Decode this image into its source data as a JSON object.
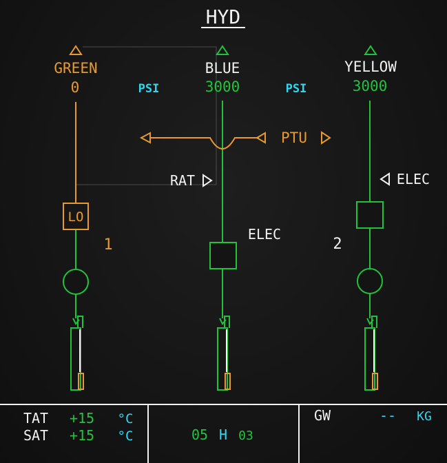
{
  "page_title": "HYD",
  "colors": {
    "green": "#22c33c",
    "amber": "#e89a2e",
    "cyan": "#2fd7f0",
    "white": "#f2f2f2",
    "background": "#141414"
  },
  "systems": [
    {
      "name": "GREEN",
      "pressure": "0",
      "status": "amber"
    },
    {
      "name": "BLUE",
      "pressure": "3000",
      "status": "green"
    },
    {
      "name": "YELLOW",
      "pressure": "3000",
      "status": "green"
    }
  ],
  "units": {
    "psi_left": "PSI",
    "psi_right": "PSI"
  },
  "ptu": {
    "label": "PTU"
  },
  "rat": {
    "label": "RAT"
  },
  "elec": {
    "blue_label": "ELEC",
    "yellow_label": "ELEC"
  },
  "pumps": {
    "green_pump_state": "LO",
    "engine_1": "1",
    "engine_2": "2"
  },
  "footer": {
    "tat_label": "TAT",
    "tat_value": "+15",
    "tat_unit": "°C",
    "sat_label": "SAT",
    "sat_value": "+15",
    "sat_unit": "°C",
    "time_hours": "05",
    "time_sep": "H",
    "time_minutes": "03",
    "gw_label": "GW",
    "gw_value": "--",
    "gw_unit": "KG"
  }
}
